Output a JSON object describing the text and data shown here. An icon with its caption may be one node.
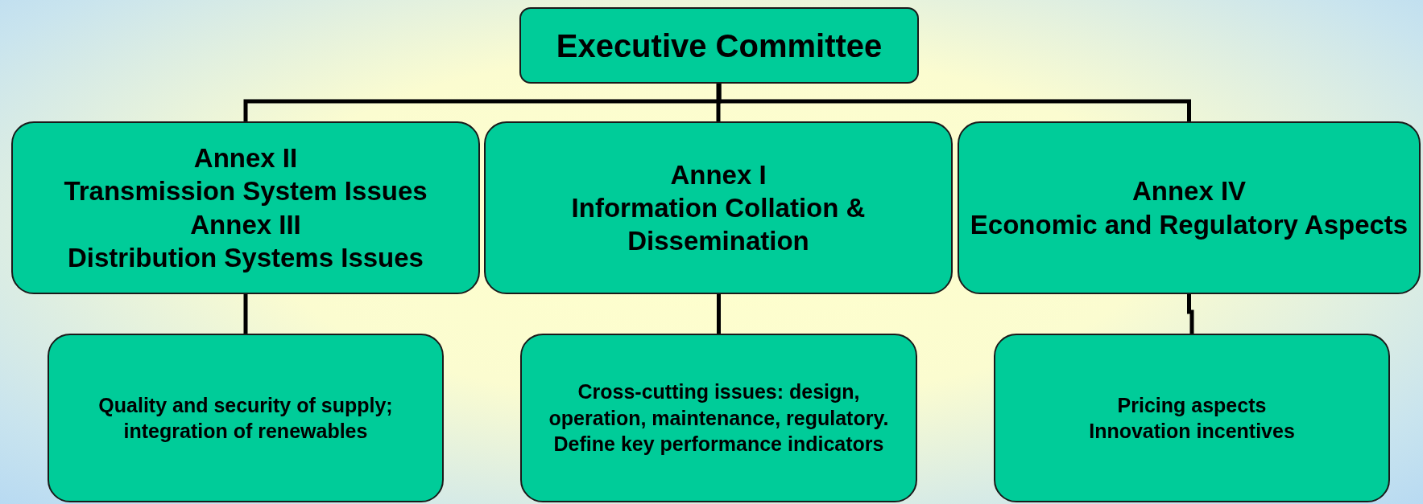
{
  "diagram": {
    "nodes": [
      {
        "text": [
          "Executive Committee"
        ]
      },
      {
        "text": [
          "Annex II",
          "Transmission System Issues",
          "Annex III",
          "Distribution Systems Issues"
        ]
      },
      {
        "text": [
          "Annex I",
          "Information Collation & Dissemination"
        ]
      },
      {
        "text": [
          "Annex IV",
          "Economic and Regulatory Aspects"
        ]
      },
      {
        "text": [
          "Quality and security of supply; integration of renewables"
        ]
      },
      {
        "text": [
          "Cross-cutting issues: design, operation, maintenance, regulatory.",
          "Define key performance indicators"
        ]
      },
      {
        "text": [
          "Pricing aspects",
          "Innovation incentives"
        ]
      }
    ],
    "edges": [
      {
        "from": 0,
        "to": 1,
        "arrow": "none"
      },
      {
        "from": 0,
        "to": 2,
        "arrow": "none"
      },
      {
        "from": 0,
        "to": 3,
        "arrow": "none"
      },
      {
        "from": 1,
        "to": 4,
        "arrow": "none"
      },
      {
        "from": 2,
        "to": 5,
        "arrow": "none"
      },
      {
        "from": 3,
        "to": 6,
        "arrow": "none"
      }
    ]
  }
}
